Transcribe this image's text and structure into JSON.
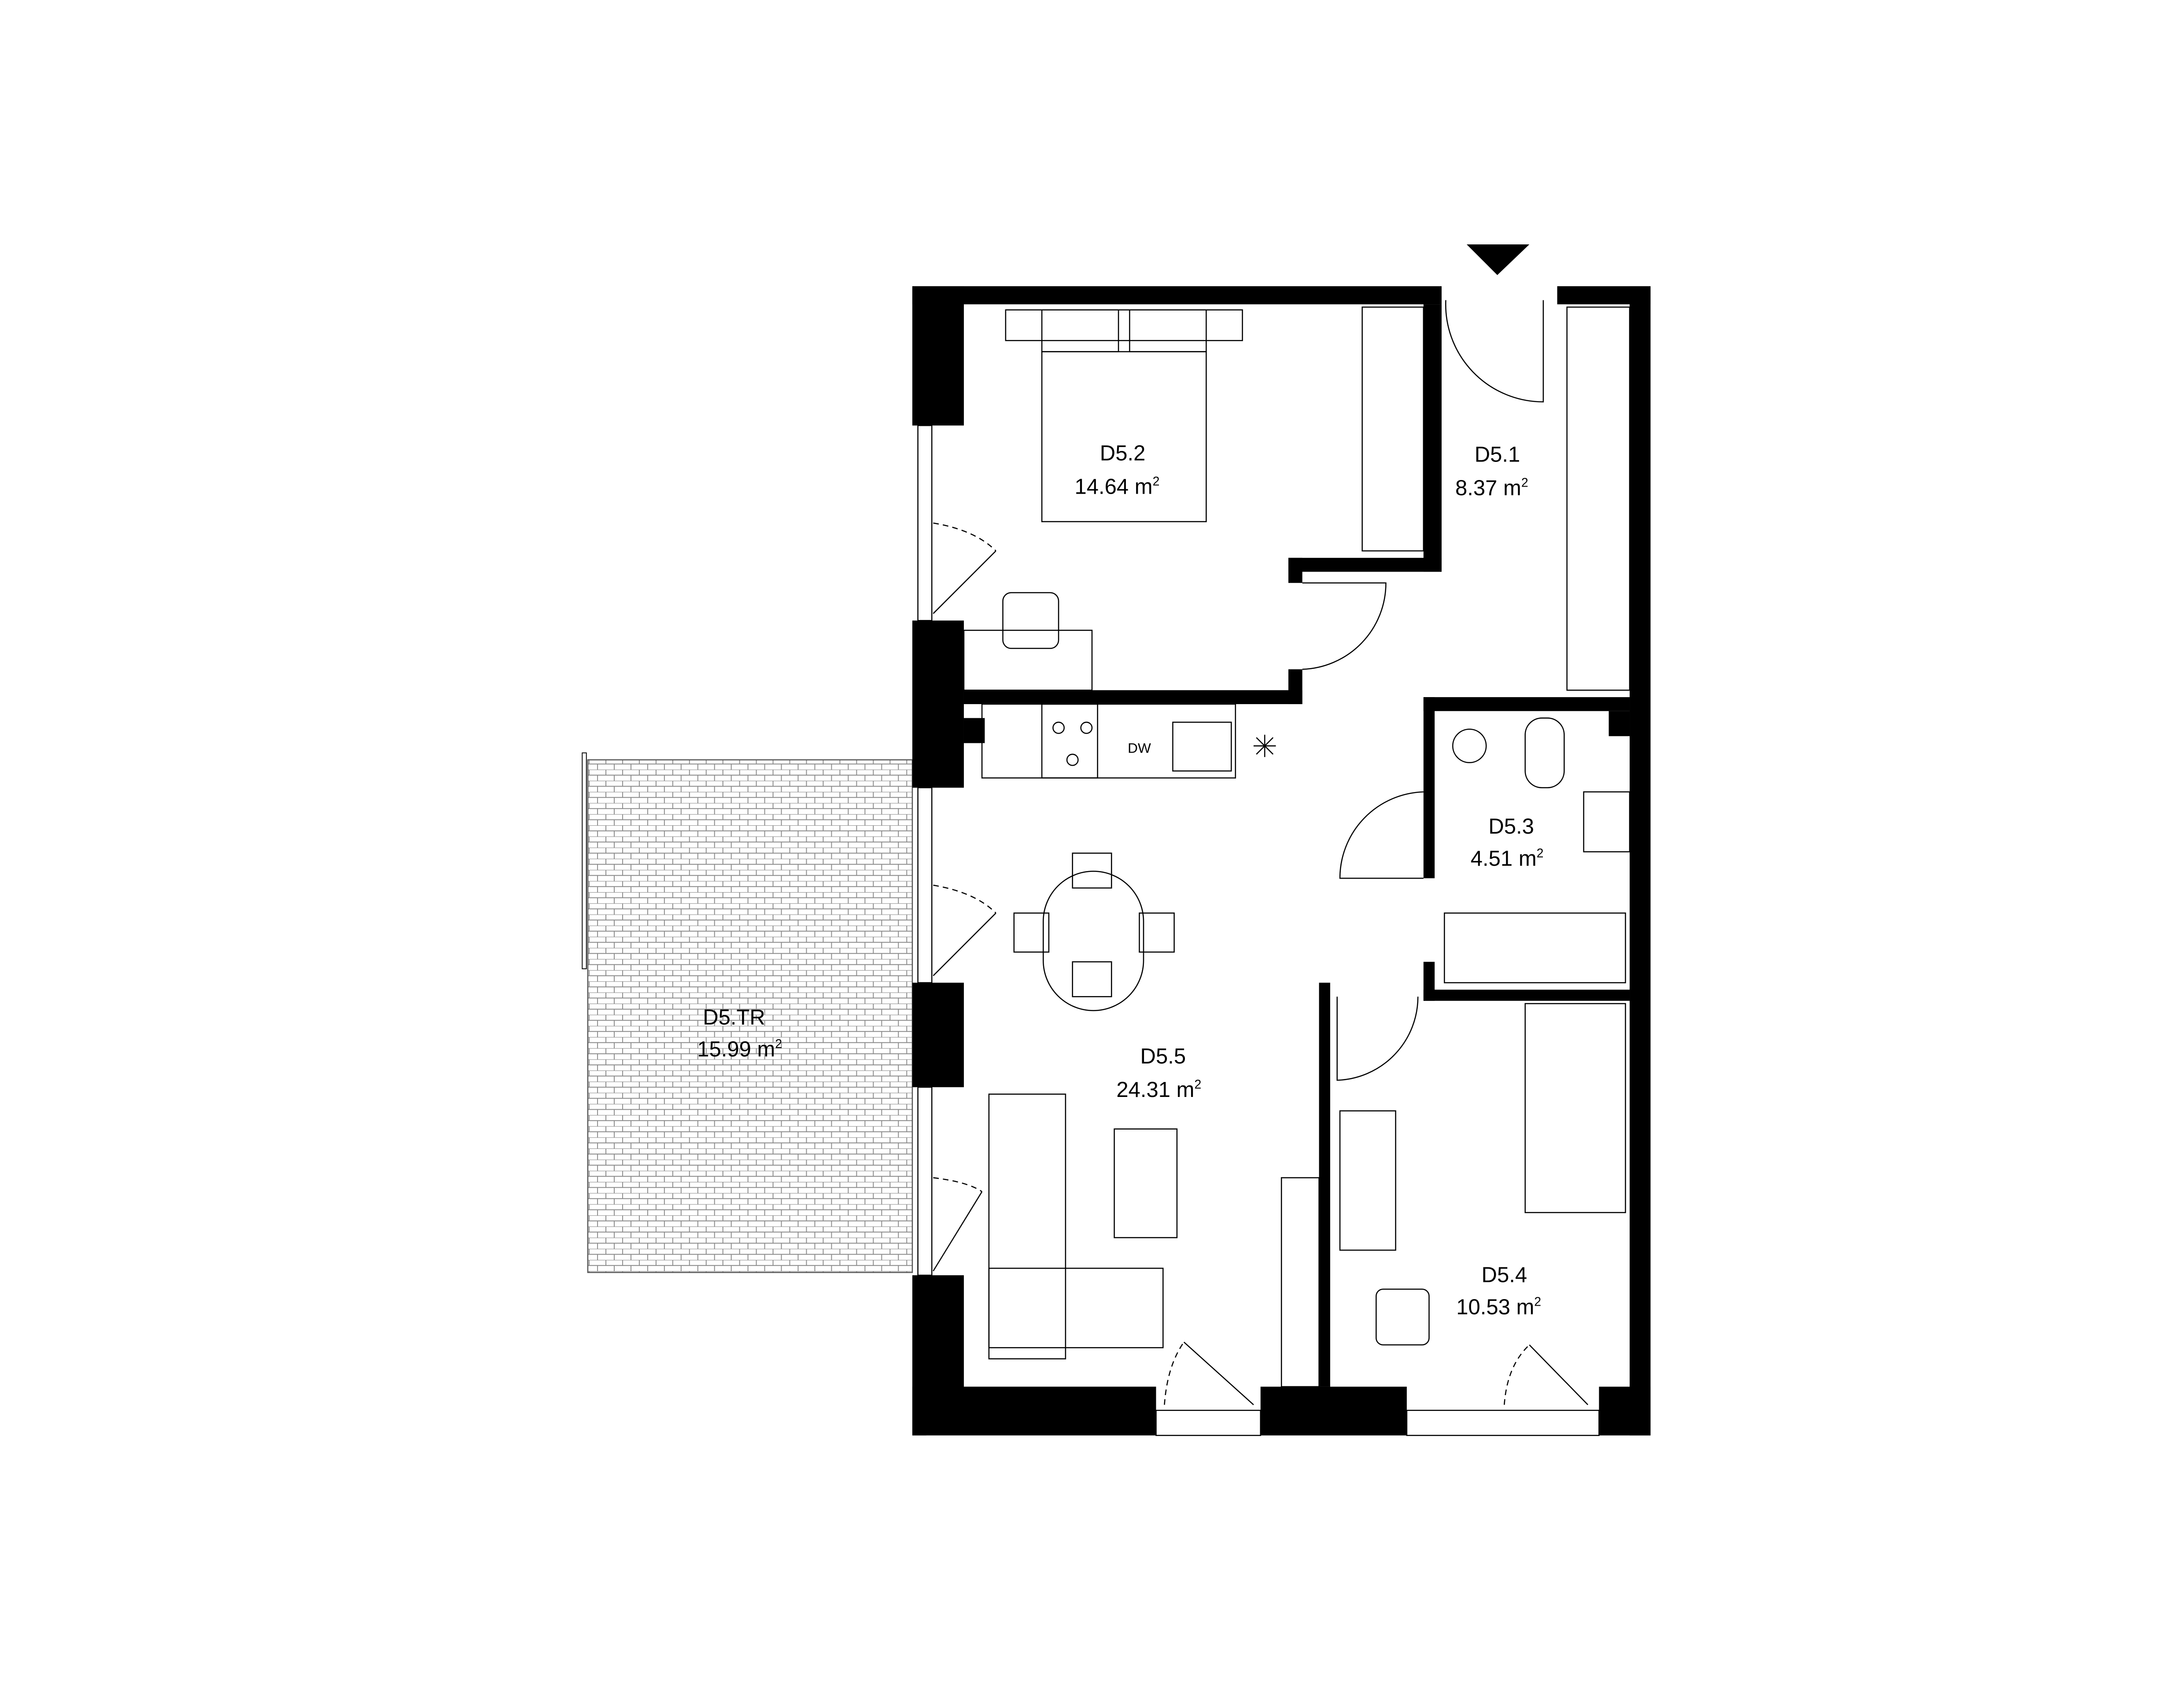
{
  "plan": {
    "entry_marker": "entry-arrow-icon",
    "rooms": [
      {
        "id": "D5.1",
        "area": "8.37 m",
        "unit_exp": "2"
      },
      {
        "id": "D5.2",
        "area": "14.64 m",
        "unit_exp": "2"
      },
      {
        "id": "D5.3",
        "area": "4.51 m",
        "unit_exp": "2"
      },
      {
        "id": "D5.4",
        "area": "10.53 m",
        "unit_exp": "2"
      },
      {
        "id": "D5.5",
        "area": "24.31 m",
        "unit_exp": "2"
      },
      {
        "id": "D5.TR",
        "area": "15.99 m",
        "unit_exp": "2"
      }
    ],
    "kitchen": {
      "dishwasher_label": "DW"
    },
    "colors": {
      "wall": "#000000",
      "background": "#ffffff"
    }
  }
}
